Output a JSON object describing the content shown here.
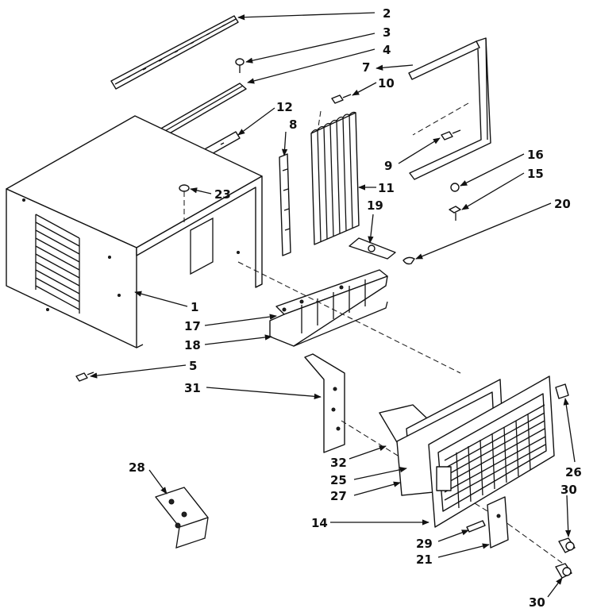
{
  "labels": {
    "l2": "2",
    "l3": "3",
    "l4": "4",
    "l7": "7",
    "l10": "10",
    "l12": "12",
    "l8": "8",
    "l9": "9",
    "l16": "16",
    "l15": "15",
    "l11": "11",
    "l23": "23",
    "l19": "19",
    "l20": "20",
    "l1": "1",
    "l17": "17",
    "l18": "18",
    "l5": "5",
    "l31": "31",
    "l28": "28",
    "l32": "32",
    "l25": "25",
    "l27": "27",
    "l26": "26",
    "l30a": "30",
    "l14": "14",
    "l29": "29",
    "l21": "21",
    "l30b": "30"
  },
  "colors": {
    "ink": "#111111",
    "paper": "#ffffff"
  }
}
